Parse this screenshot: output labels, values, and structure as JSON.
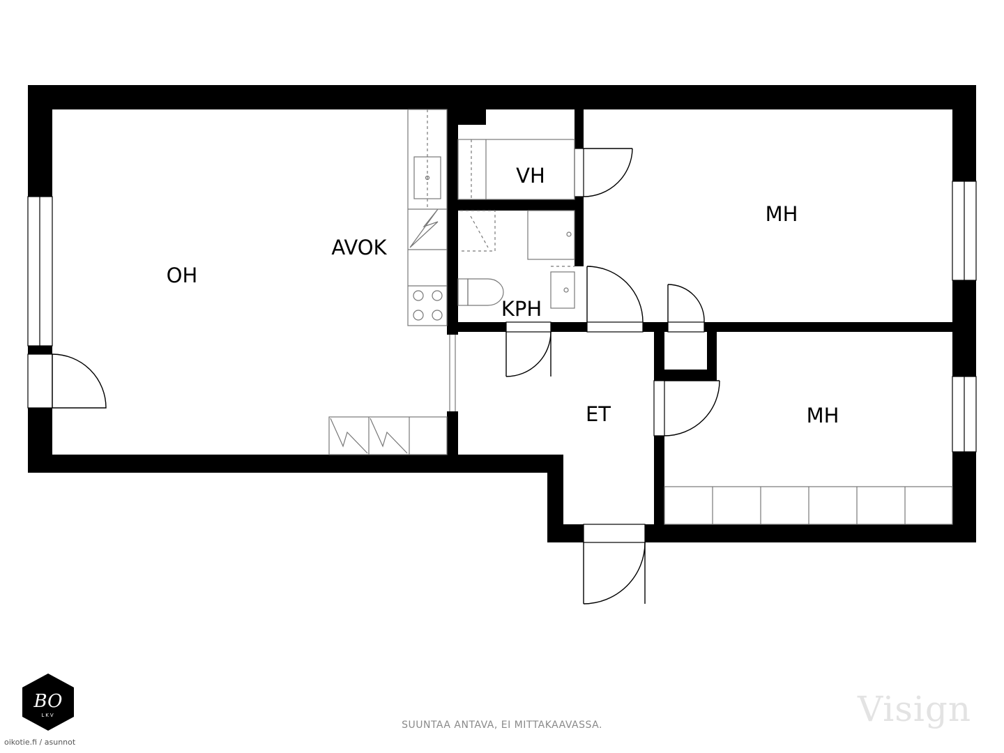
{
  "rooms": {
    "oh": "OH",
    "avok": "AVOK",
    "vh": "VH",
    "kph": "KPH",
    "mh_top": "MH",
    "mh_bottom": "MH",
    "et": "ET"
  },
  "footer_note": "SUUNTAA ANTAVA, EI MITTAKAAVASSA.",
  "source_text": "oikotie.fi / asunnot",
  "watermark": "Visign",
  "logo": {
    "mark": "BO",
    "sub": "LKV"
  },
  "colors": {
    "wall": "#000000",
    "fixture": "#777777",
    "background": "#ffffff"
  }
}
